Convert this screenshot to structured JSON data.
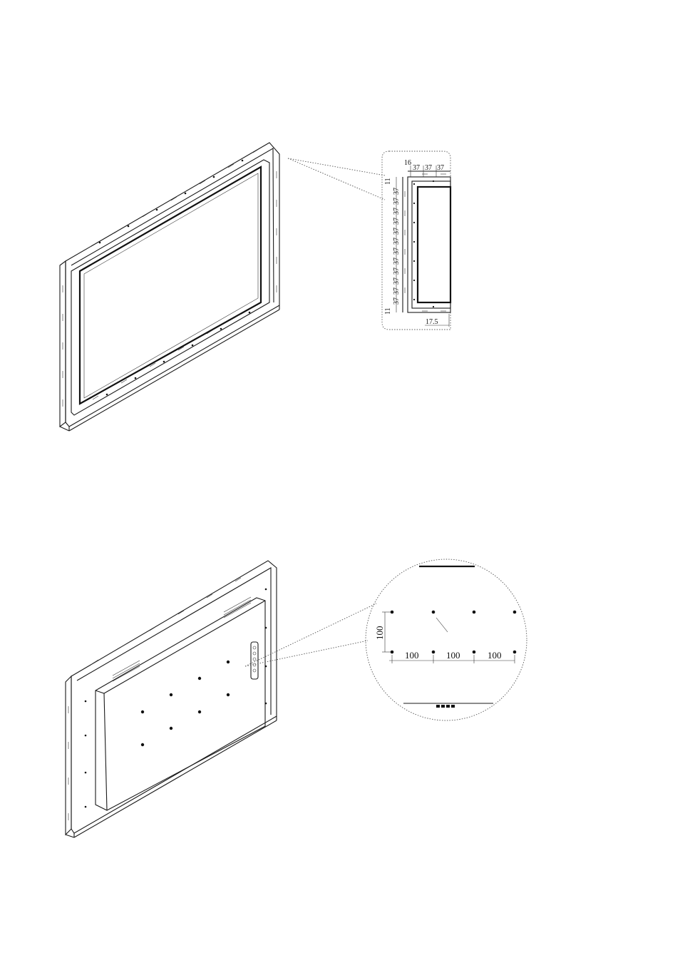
{
  "front_detail": {
    "top_labels": [
      "16",
      "37",
      "37",
      "37"
    ],
    "side_labels": [
      "11",
      "37",
      "37",
      "37",
      "37",
      "37",
      "37",
      "37",
      "37",
      "37",
      "37",
      "37",
      "37",
      "11"
    ],
    "bottom_label": "17.5"
  },
  "rear_detail": {
    "vertical_label": "100",
    "horizontal_labels": [
      "100",
      "100",
      "100"
    ]
  },
  "colors": {
    "line": "#1a1a1a",
    "background": "#ffffff"
  }
}
